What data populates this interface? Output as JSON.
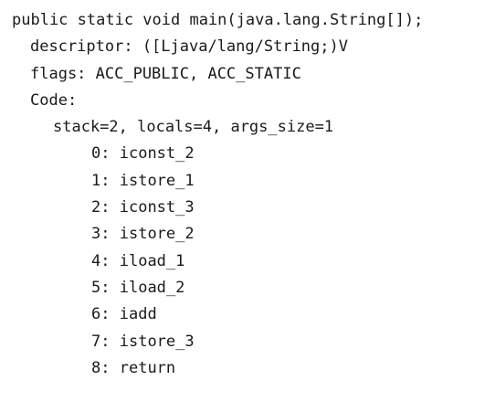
{
  "method": {
    "signature": "public static void main(java.lang.String[]);",
    "descriptor": "descriptor: ([Ljava/lang/String;)V",
    "flags": "flags: ACC_PUBLIC, ACC_STATIC",
    "code_label": "Code:",
    "stack_info": "stack=2, locals=4, args_size=1"
  },
  "instructions": [
    {
      "offset": "0:",
      "op": "iconst_2"
    },
    {
      "offset": "1:",
      "op": "istore_1"
    },
    {
      "offset": "2:",
      "op": "iconst_3"
    },
    {
      "offset": "3:",
      "op": "istore_2"
    },
    {
      "offset": "4:",
      "op": "iload_1"
    },
    {
      "offset": "5:",
      "op": "iload_2"
    },
    {
      "offset": "6:",
      "op": "iadd"
    },
    {
      "offset": "7:",
      "op": "istore_3"
    },
    {
      "offset": "8:",
      "op": "return"
    }
  ]
}
